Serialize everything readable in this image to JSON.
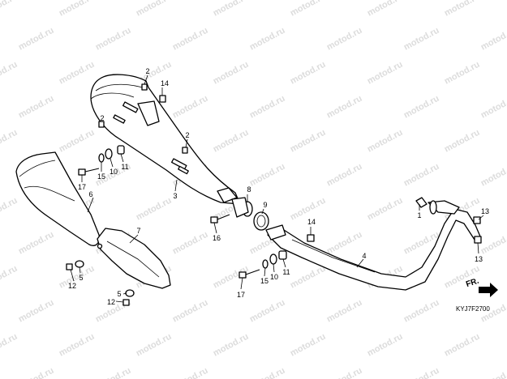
{
  "watermark": "motod.ru",
  "diagram_code": "KYJ7F2700",
  "direction_label": "FR.",
  "callouts": {
    "c1": "1",
    "c2a": "2",
    "c2b": "2",
    "c3": "3",
    "c4": "4",
    "c5a": "5",
    "c5b": "5",
    "c6": "6",
    "c7": "7",
    "c8": "8",
    "c9": "9",
    "c10a": "10",
    "c10b": "10",
    "c11a": "11",
    "c11b": "11",
    "c12a": "12",
    "c12b": "12",
    "c13a": "13",
    "c13b": "13",
    "c14a": "14",
    "c14b": "14",
    "c15a": "15",
    "c15b": "15",
    "c16": "16",
    "c17a": "17",
    "c17b": "17"
  }
}
